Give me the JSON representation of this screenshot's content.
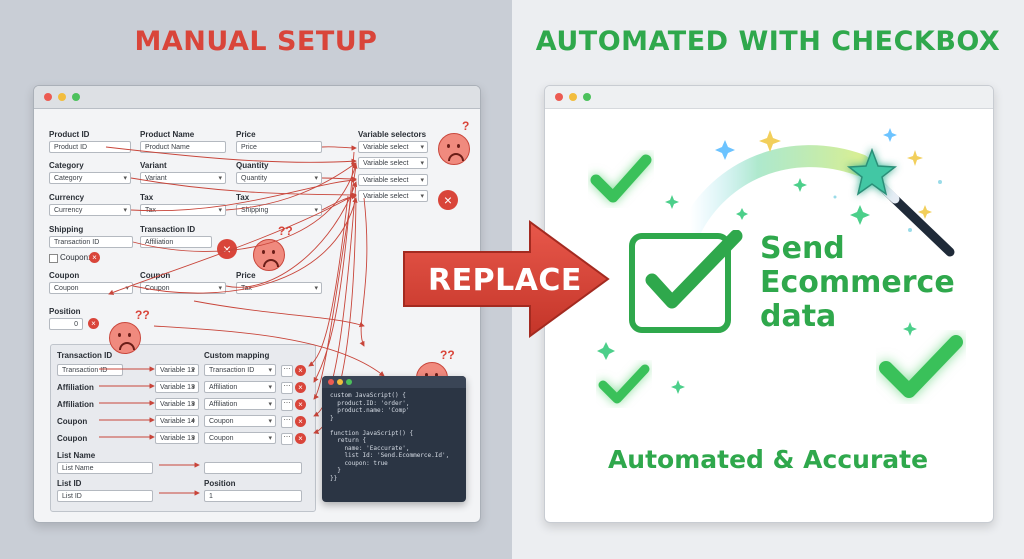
{
  "headings": {
    "left": "MANUAL SETUP",
    "right": "AUTOMATED WITH CHECKBOX"
  },
  "replace_label": "REPLACE",
  "manual_form": {
    "product_id": {
      "label": "Product ID",
      "value": "Product ID"
    },
    "product_name": {
      "label": "Product Name",
      "value": "Product Name"
    },
    "price": {
      "label": "Price",
      "value": "Price"
    },
    "variable_selectors": {
      "label": "Variable selectors",
      "options": [
        "Variable select",
        "Variable select",
        "Variable select",
        "Variable select"
      ]
    },
    "category": {
      "label": "Category",
      "value": "Category"
    },
    "variant": {
      "label": "Variant",
      "value": "Variant"
    },
    "quantity": {
      "label": "Quantity",
      "value": "Quantity"
    },
    "currency": {
      "label": "Currency",
      "value": "Currency"
    },
    "tax": {
      "label": "Tax",
      "value": "Tax"
    },
    "tax2": {
      "label": "Tax",
      "value": "Shipping"
    },
    "shipping": {
      "label": "Shipping",
      "value": "Transaction ID"
    },
    "transaction_id": {
      "label": "Transaction ID",
      "value": "Affiliation"
    },
    "coupon_checkbox": "Coupon:",
    "coupon1": {
      "label": "Coupon",
      "value": "Coupon"
    },
    "coupon2": {
      "label": "Coupon",
      "value": "Coupon"
    },
    "price2": {
      "label": "Price",
      "value": "Tax"
    },
    "position": {
      "label": "Position",
      "value": "0"
    }
  },
  "subpanel": {
    "col1": "Transaction ID",
    "col2": "Custom mapping",
    "rows": [
      {
        "label": "",
        "input": "Transaction ID",
        "variable": "Variable 12",
        "mapping": "Transaction ID"
      },
      {
        "label": "Affiliation",
        "input": "",
        "variable": "Variable 13",
        "mapping": "Affiliation"
      },
      {
        "label": "Affiliation",
        "input": "",
        "variable": "Variable 13",
        "mapping": "Affiliation"
      },
      {
        "label": "Coupon",
        "input": "",
        "variable": "Variable 14",
        "mapping": "Coupon"
      },
      {
        "label": "Coupon",
        "input": "",
        "variable": "Variable 13",
        "mapping": "Coupon"
      }
    ],
    "list_name": {
      "label": "List Name",
      "value": "List Name"
    },
    "list_id": {
      "label": "List ID",
      "value": "List ID"
    },
    "position": {
      "label": "Position",
      "value": "1"
    }
  },
  "code_lines": [
    "custom JavaScript() {",
    "  product.ID: 'order',",
    "  product.name: 'Comp'",
    "}",
    "",
    "function JavaScript() {",
    "  return {",
    "    name: 'Eaccurate',",
    "    list Id: 'Send.Ecommerce.Id',",
    "    coupon: true",
    "  }",
    "}}"
  ],
  "right_panel": {
    "lines": [
      "Send",
      "Ecommerce",
      "data"
    ],
    "tagline": "Automated & Accurate"
  },
  "colors": {
    "red": "#d9453a",
    "green": "#2fa84c"
  }
}
